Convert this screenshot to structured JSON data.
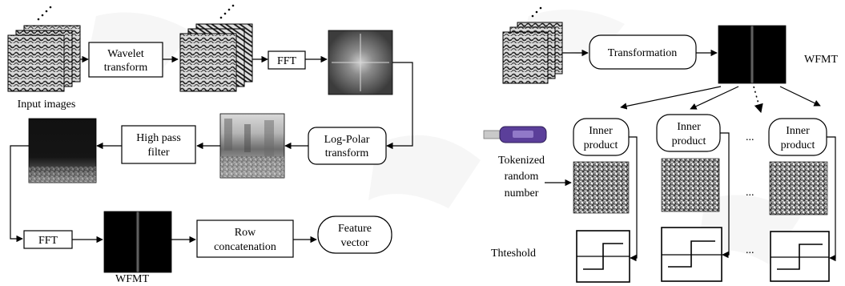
{
  "left": {
    "input_label": "Input images",
    "wavelet_line1": "Wavelet",
    "wavelet_line2": "transform",
    "fft_top": "FFT",
    "logpolar_line1": "Log-Polar",
    "logpolar_line2": "transform",
    "highpass_line1": "High pass",
    "highpass_line2": "filter",
    "fft_bottom": "FFT",
    "wfmt_label": "WFMT",
    "row_line1": "Row",
    "row_line2": "concatenation",
    "feature_line1": "Feature",
    "feature_line2": "vector"
  },
  "right": {
    "transformation": "Transformation",
    "wfmt_label": "WFMT",
    "inner_line1": "Inner",
    "inner_line2": "product",
    "token_line1": "Tokenized",
    "token_line2": "random",
    "token_line3": "number",
    "threshold_label": "Thteshold",
    "ellipsis": "..."
  },
  "colors": {
    "stroke": "#000000",
    "usb_body": "#5b3f9a",
    "watermark": "#e6e6e6"
  }
}
